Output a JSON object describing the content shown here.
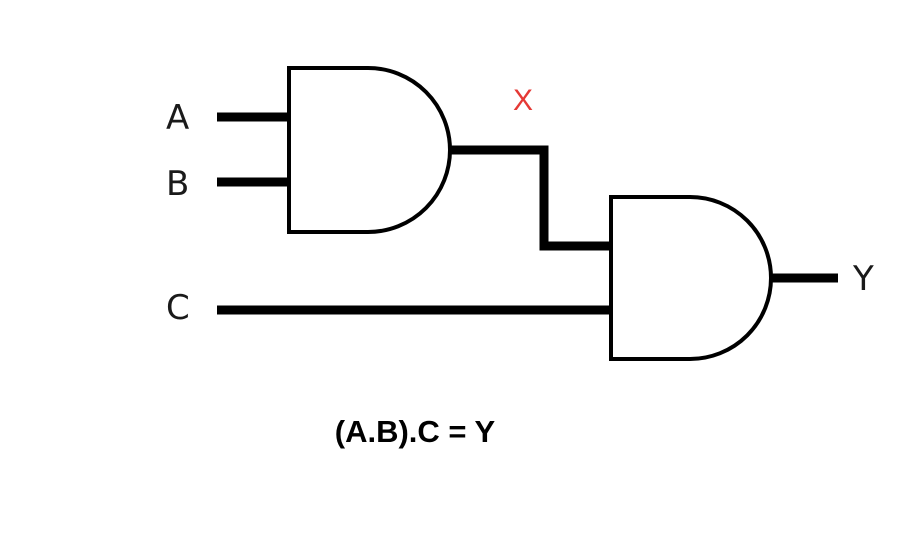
{
  "inputs": {
    "a": "A",
    "b": "B",
    "c": "C"
  },
  "intermediate": {
    "label": "X",
    "color": "#e53935"
  },
  "output": {
    "label": "Y"
  },
  "equation": "(A.B).C = Y",
  "gates": [
    {
      "type": "AND-gate",
      "inputs": [
        "A",
        "B"
      ],
      "output": "X"
    },
    {
      "type": "AND-gate",
      "inputs": [
        "X",
        "C"
      ],
      "output": "Y"
    }
  ]
}
